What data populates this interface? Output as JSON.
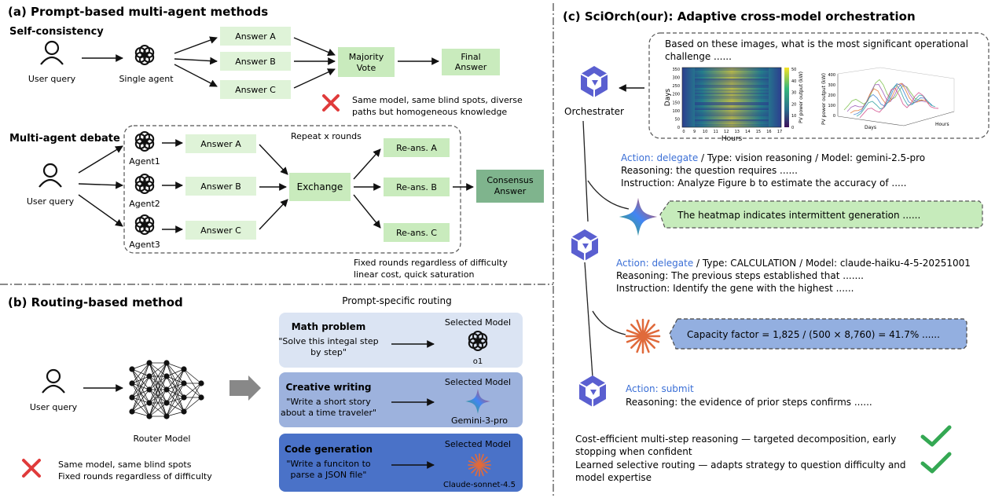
{
  "section_a": {
    "title": "(a) Prompt-based multi-agent methods",
    "self_consistency": {
      "heading": "Self-consistency",
      "user_query": "User query",
      "single_agent": "Single agent",
      "answers": [
        "Answer A",
        "Answer B",
        "Answer C"
      ],
      "vote": [
        "Majority",
        "Vote"
      ],
      "final": [
        "Final",
        "Answer"
      ],
      "note": [
        "Same model, same blind spots, diverse",
        "paths but homogeneous knowledge"
      ]
    },
    "debate": {
      "heading": "Multi-agent debate",
      "user_query": "User query",
      "agents": [
        "Agent1",
        "Agent2",
        "Agent3"
      ],
      "answers": [
        "Answer A",
        "Answer B",
        "Answer C"
      ],
      "repeat": "Repeat x rounds",
      "exchange": "Exchange",
      "reanswers": [
        "Re-ans. A",
        "Re-ans. B",
        "Re-ans. C"
      ],
      "consensus": [
        "Consensus",
        "Answer"
      ],
      "note": [
        "Fixed rounds regardless of difficulty",
        "linear cost, quick saturation"
      ]
    }
  },
  "section_b": {
    "title": "(b) Routing-based method",
    "user_query": "User query",
    "router": "Router Model",
    "routing_title": "Prompt-specific routing",
    "cards": [
      {
        "title": "Math problem",
        "prompt": [
          "\"Solve this integal step",
          "by step\""
        ],
        "selected": "Selected Model",
        "model": "o1",
        "bg": "#dbe4f3"
      },
      {
        "title": "Creative writing",
        "prompt": [
          "\"Write a short story",
          "about a time traveler\""
        ],
        "selected": "Selected Model",
        "model": "Gemini-3-pro",
        "bg": "#9db2dd"
      },
      {
        "title": "Code generation",
        "prompt": [
          "\"Write a funciton to",
          "parse a JSON file\""
        ],
        "selected": "Selected Model",
        "model": "Claude-sonnet-4.5",
        "bg": "#4a72c8"
      }
    ],
    "note": [
      "Same model, same blind spots",
      "Fixed rounds regardless of difficulty"
    ]
  },
  "section_c": {
    "title": "(c) SciOrch(our): Adaptive cross-model orchestration",
    "question": [
      "Based on these images, what is the most significant operational",
      "challenge ......"
    ],
    "orchestrater": "Orchestrater",
    "heatmap": {
      "ylabel": "Days",
      "xlabel": "Hours",
      "cbar_label": "PV power output (kW)",
      "yticks": [
        "350",
        "300",
        "250",
        "200",
        "150",
        "100",
        "50",
        "0"
      ],
      "xticks": [
        "0",
        "9",
        "10",
        "11",
        "12",
        "13",
        "14",
        "15",
        "16",
        "17"
      ],
      "cticks": [
        "50",
        "40",
        "30",
        "20",
        "10",
        "0"
      ]
    },
    "surface": {
      "zlabel": "PV power output (kW)",
      "xlabel": "Days",
      "ylabel": "Hours",
      "zticks": [
        "400",
        "300",
        "200",
        "100",
        "0"
      ]
    },
    "step1": {
      "action": "Action: delegate",
      "rest": " / Type: vision reasoning / Model: gemini-2.5-pro",
      "reasoning": "Reasoning: the question requires ......",
      "instruction": "Instruction: Analyze Figure b to estimate the accuracy of .....",
      "response": "The heatmap indicates intermittent generation ......"
    },
    "step2": {
      "action": "Action: delegate",
      "rest": " / Type: CALCULATION / Model: claude-haiku-4-5-20251001",
      "reasoning": "Reasoning: The previous steps established that .......",
      "instruction": "Instruction: Identify the gene with the highest ......",
      "response": "Capacity factor = 1,825 / (500 × 8,760) = 41.7% ......"
    },
    "step3": {
      "action": "Action: submit",
      "reasoning": "Reasoning: the evidence of prior steps confirms ......"
    },
    "benefits": [
      [
        "Cost-efficient multi-step reasoning — targeted decomposition, early",
        "stopping when confident"
      ],
      [
        "Learned selective routing — adapts strategy to question difficulty and",
        "model expertise"
      ]
    ]
  },
  "colors": {
    "light_green": "#dff3d8",
    "dark_green": "#7fb48d",
    "response_green": "#c6ebbb",
    "response_blue": "#93afe0",
    "action_blue": "#3b6fd6",
    "red_x": "#e03b3b",
    "check_green": "#34a853",
    "logo_purple": "#5a5fd0",
    "claude_orange": "#e06a3b"
  }
}
